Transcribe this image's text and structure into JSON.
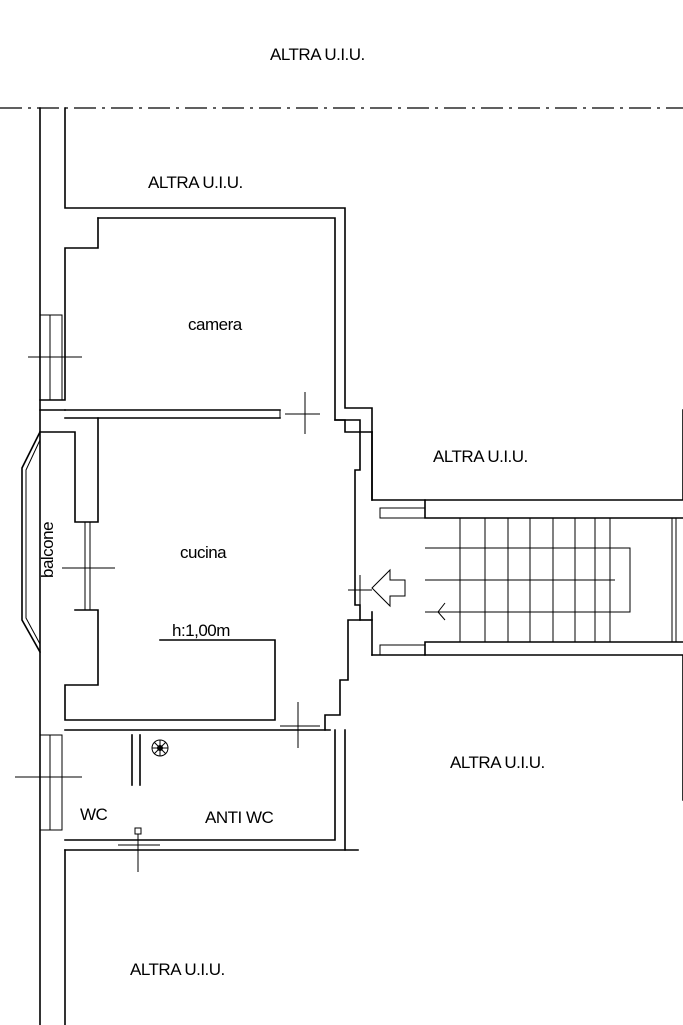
{
  "plan": {
    "ink_color": "#000000",
    "background_color": "#ffffff",
    "labels": {
      "other_unit_top": "ALTRA U.I.U.",
      "other_unit_upper": "ALTRA U.I.U.",
      "other_unit_right": "ALTRA U.I.U.",
      "other_unit_lower_right": "ALTRA U.I.U.",
      "other_unit_bottom": "ALTRA U.I.U.",
      "room_camera": "camera",
      "room_cucina": "cucina",
      "room_balcone": "balcone",
      "room_wc": "WC",
      "room_anti_wc": "ANTI WC",
      "height_note": "h:1,00m"
    },
    "icons": {
      "entrance": "entrance-arrow-icon",
      "boiler": "boiler-icon"
    }
  }
}
